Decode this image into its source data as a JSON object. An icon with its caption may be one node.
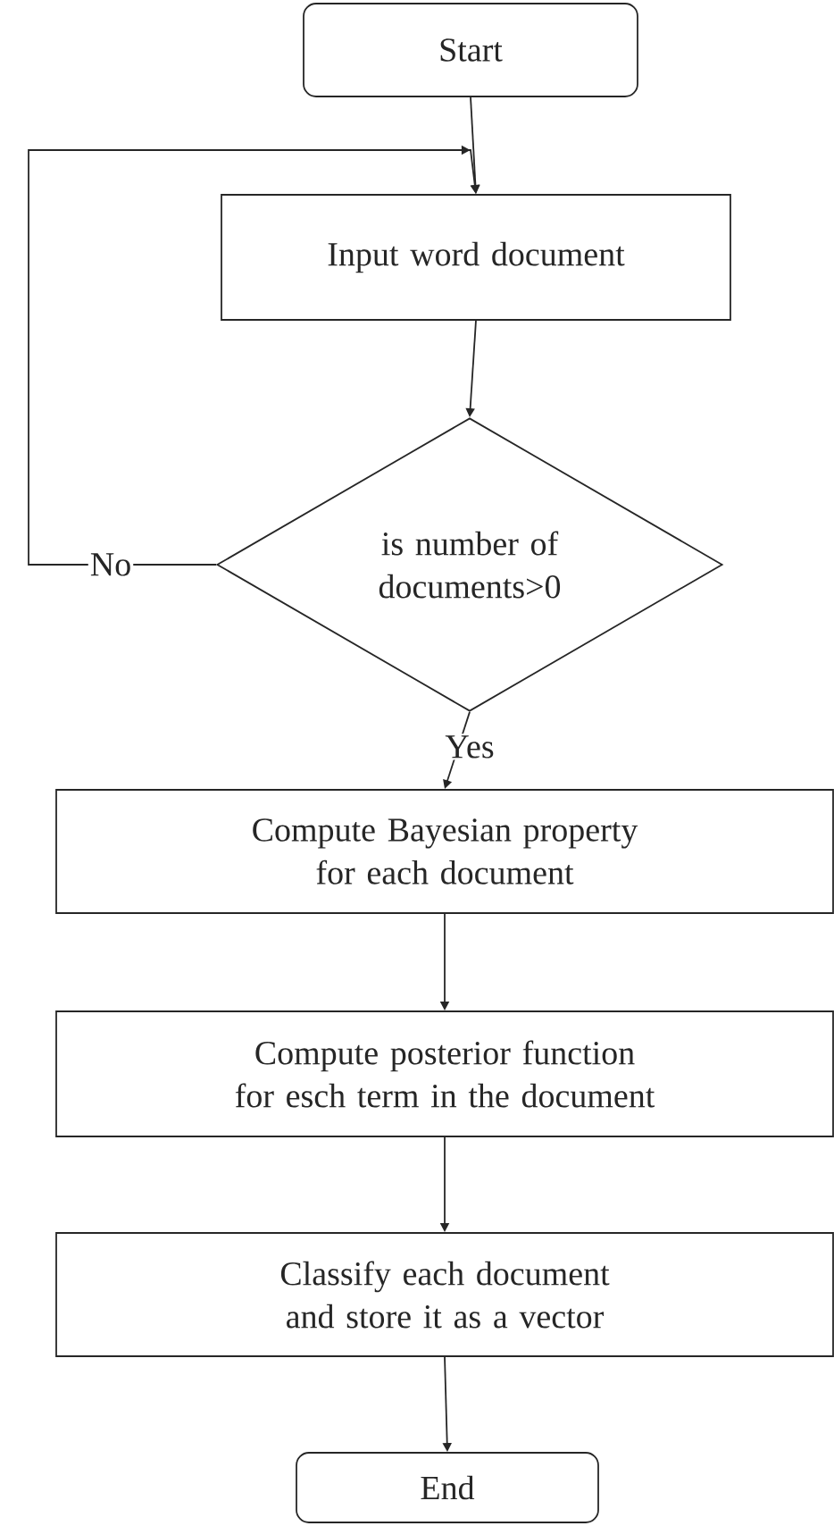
{
  "diagram": {
    "nodes": [
      {
        "text": [
          "Start"
        ]
      },
      {
        "text": [
          "Input word document"
        ]
      },
      {
        "text": [
          "is number of documents>0"
        ]
      },
      {
        "text": [
          "Compute Bayesian property for each document"
        ]
      },
      {
        "text": [
          "Compute posterior function for esch term in the document"
        ]
      },
      {
        "text": [
          "Classify each document and store it as a vector"
        ]
      },
      {
        "text": [
          "End"
        ]
      }
    ],
    "edges": [
      {
        "from": 0,
        "to": 1,
        "arrow": "to"
      },
      {
        "from": 1,
        "to": 2,
        "arrow": "to"
      },
      {
        "from": 2,
        "to": 3,
        "arrow": "to",
        "label": "Yes"
      },
      {
        "from": 3,
        "to": 4,
        "arrow": "to"
      },
      {
        "from": 4,
        "to": 5,
        "arrow": "to"
      },
      {
        "from": 5,
        "to": 6,
        "arrow": "to"
      },
      {
        "from": 2,
        "to": 1,
        "arrow": "to",
        "label": "No"
      }
    ]
  }
}
